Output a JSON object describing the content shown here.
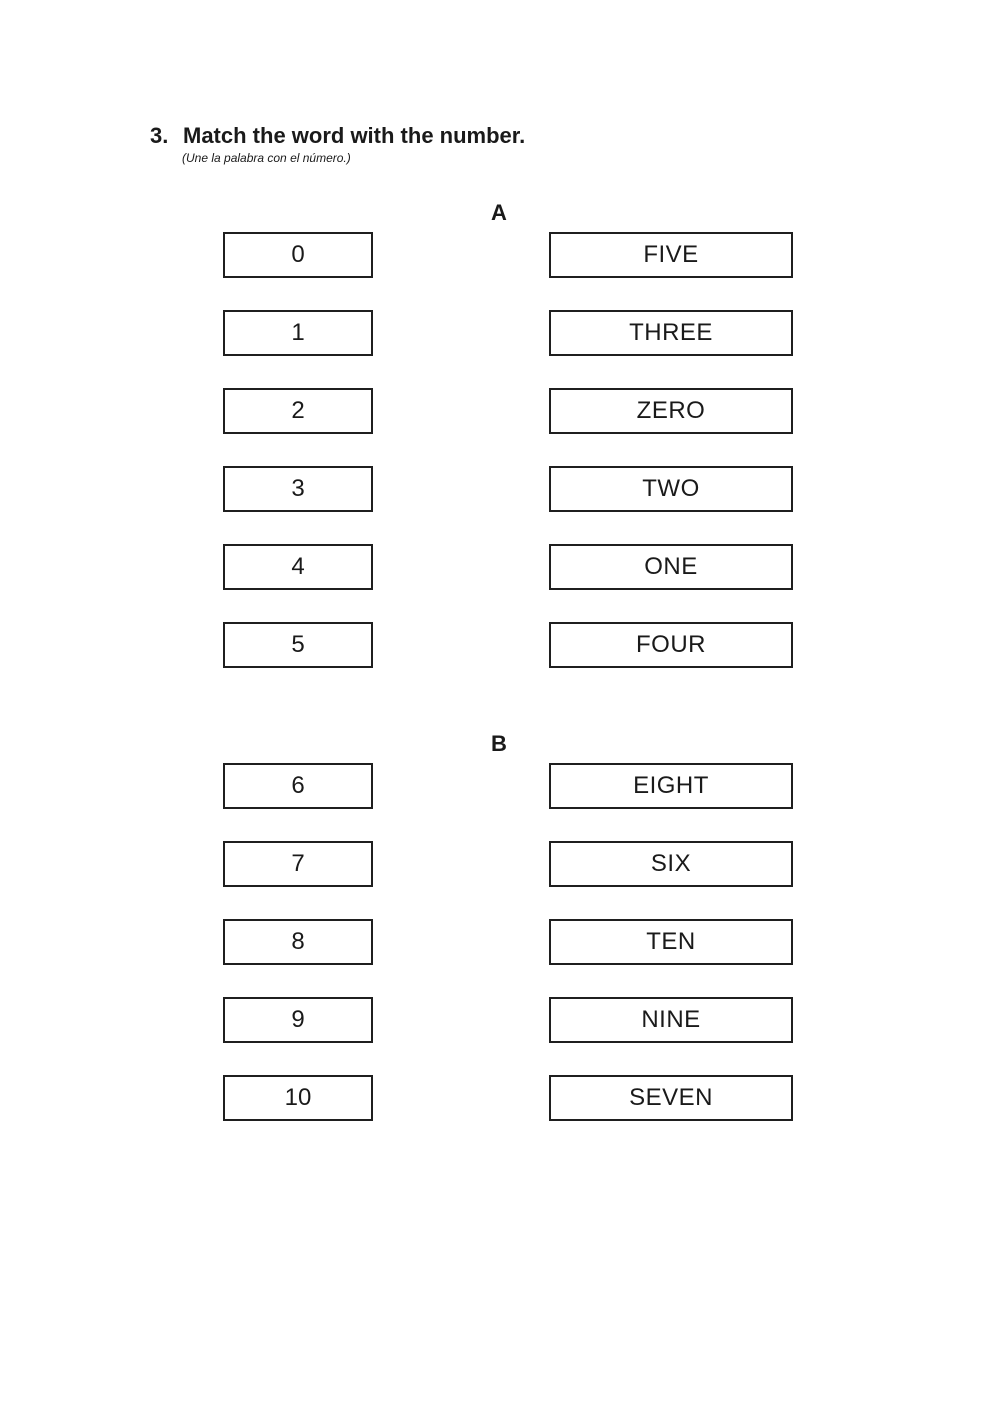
{
  "colors": {
    "page_background": "#ffffff",
    "text": "#1a1a1a",
    "box_border": "#1f1f1f"
  },
  "header": {
    "number": "3.",
    "title": "Match the word with the number.",
    "subtitle": "(Une la palabra con el número.)"
  },
  "sections": [
    {
      "label": "A",
      "pairs": [
        {
          "number": "0",
          "word": "FIVE"
        },
        {
          "number": "1",
          "word": "THREE"
        },
        {
          "number": "2",
          "word": "ZERO"
        },
        {
          "number": "3",
          "word": "TWO"
        },
        {
          "number": "4",
          "word": "ONE"
        },
        {
          "number": "5",
          "word": "FOUR"
        }
      ]
    },
    {
      "label": "B",
      "pairs": [
        {
          "number": "6",
          "word": "EIGHT"
        },
        {
          "number": "7",
          "word": "SIX"
        },
        {
          "number": "8",
          "word": "TEN"
        },
        {
          "number": "9",
          "word": "NINE"
        },
        {
          "number": "10",
          "word": "SEVEN"
        }
      ]
    }
  ]
}
